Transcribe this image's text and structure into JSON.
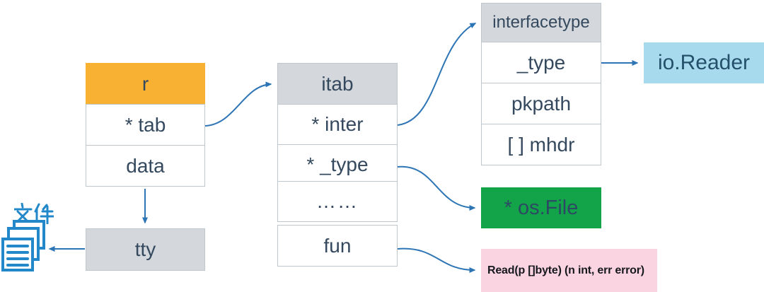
{
  "colors": {
    "orange": "#F8B133",
    "gray_header": "#D4D8DC",
    "border": "#BFC6CC",
    "text_dark": "#35495E",
    "arrow_blue": "#2E75B6",
    "icon_blue": "#2288C9",
    "light_blue_bg": "#A7DAEC",
    "green_bg": "#13A44A",
    "pink_bg": "#FAD5E1"
  },
  "r_table": {
    "header": "r",
    "rows": [
      "* tab",
      "data"
    ]
  },
  "tty_box": {
    "label": "tty"
  },
  "file_stack": {
    "label": "文件"
  },
  "itab_table": {
    "header": "itab",
    "rows": [
      "* inter",
      "* _type",
      "……",
      "fun"
    ]
  },
  "interfacetype_table": {
    "header": "interfacetype",
    "rows": [
      "_type",
      "pkpath",
      "[ ] mhdr"
    ]
  },
  "io_reader_box": {
    "label": "io.Reader"
  },
  "os_file_box": {
    "label": "* os.File"
  },
  "method_signature_box": {
    "label": "Read(p []byte) (n int, err error)"
  }
}
